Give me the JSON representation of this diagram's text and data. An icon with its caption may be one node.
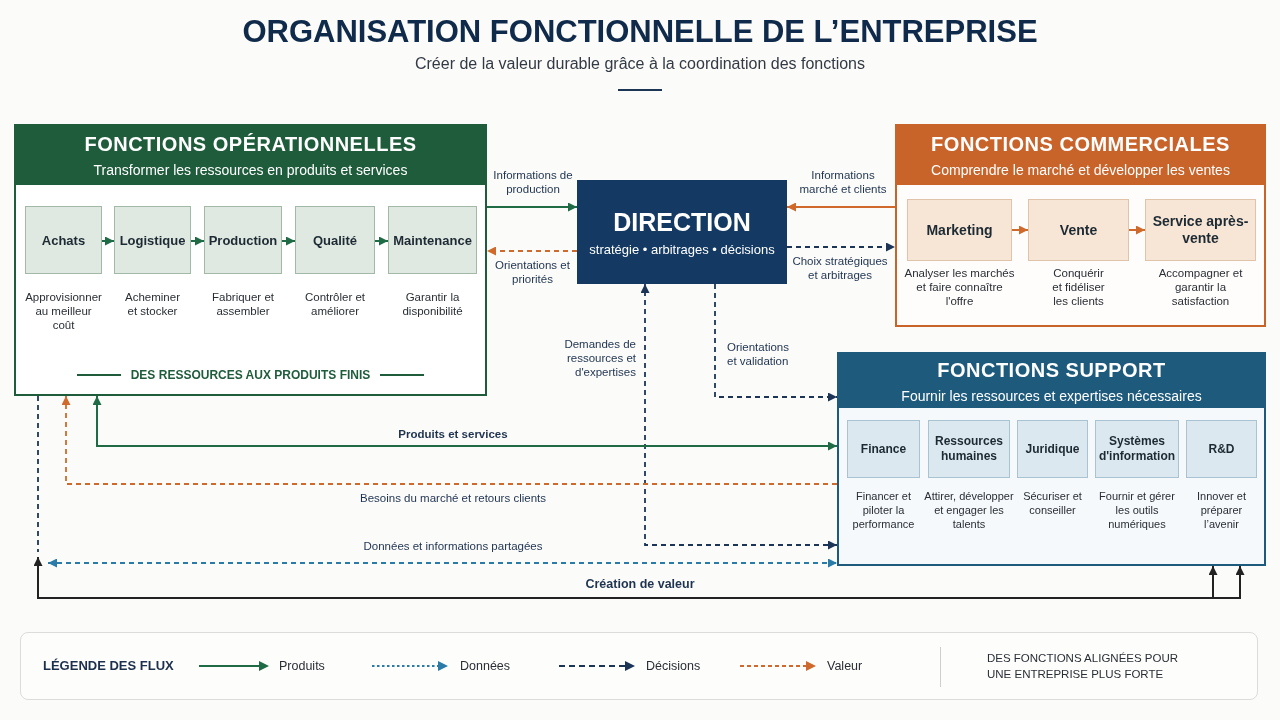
{
  "diagram": {
    "title": "ORGANISATION FONCTIONNELLE DE L’ENTREPRISE",
    "nodes": [
      {
        "text": [
          "FONCTIONS OPÉRATIONNELLES",
          "Transformer les ressources en produits et services",
          "DES RESSOURCES AUX PRODUITS FINIS"
        ]
      },
      {
        "text": [
          "Achats"
        ],
        "in": 0,
        "beside": [
          "Approvisionner au meilleur coût"
        ]
      },
      {
        "text": [
          "Logistique"
        ],
        "in": 0,
        "beside": [
          "Acheminer et stocker"
        ]
      },
      {
        "text": [
          "Production"
        ],
        "in": 0,
        "beside": [
          "Fabriquer et assembler"
        ]
      },
      {
        "text": [
          "Qualité"
        ],
        "in": 0,
        "beside": [
          "Contrôler et améliorer"
        ]
      },
      {
        "text": [
          "Maintenance"
        ],
        "in": 0,
        "beside": [
          "Garantir la disponibilité"
        ]
      },
      {
        "text": [
          "DIRECTION",
          "stratégie • arbitrages • décisions"
        ]
      },
      {
        "text": [
          "FONCTIONS COMMERCIALES",
          "Comprendre le marché et développer les ventes"
        ]
      },
      {
        "text": [
          "Marketing"
        ],
        "in": 7,
        "beside": [
          "Analyser les marchés et faire connaître l'offre"
        ]
      },
      {
        "text": [
          "Vente"
        ],
        "in": 7,
        "beside": [
          "Conquérir et fidéliser les clients"
        ]
      },
      {
        "text": [
          "Service après-vente"
        ],
        "in": 7,
        "beside": [
          "Accompagner et garantir la satisfaction"
        ]
      },
      {
        "text": [
          "FONCTIONS SUPPORT",
          "Fournir les ressources et expertises nécessaires"
        ]
      },
      {
        "text": [
          "Finance"
        ],
        "in": 11,
        "beside": [
          "Financer et piloter la performance"
        ]
      },
      {
        "text": [
          "Ressources humaines"
        ],
        "in": 11,
        "beside": [
          "Attirer, développer et engager les talents"
        ]
      },
      {
        "text": [
          "Juridique"
        ],
        "in": 11,
        "beside": [
          "Sécuriser et conseiller"
        ]
      },
      {
        "text": [
          "Systèmes d'information"
        ],
        "in": 11,
        "beside": [
          "Fournir et gérer les outils numériques"
        ]
      },
      {
        "text": [
          "R&D"
        ],
        "in": 11,
        "beside": [
          "Innover et préparer l’avenir"
        ]
      }
    ],
    "edges": [
      {
        "from": 1,
        "to": 2,
        "arrow": "to"
      },
      {
        "from": 2,
        "to": 3,
        "arrow": "to"
      },
      {
        "from": 3,
        "to": 4,
        "arrow": "to"
      },
      {
        "from": 4,
        "to": 5,
        "arrow": "to"
      },
      {
        "from": 0,
        "to": 6,
        "arrow": "to",
        "label": "Informations de production"
      },
      {
        "from": 6,
        "to": 0,
        "arrow": "to",
        "label": "Orientations et priorités",
        "style": "dashed",
        "color": "#cf6a2c"
      },
      {
        "from": 8,
        "to": 9,
        "arrow": "to",
        "color": "#cf6a2c"
      },
      {
        "from": 9,
        "to": 10,
        "arrow": "to",
        "color": "#cf6a2c"
      },
      {
        "from": 7,
        "to": 6,
        "arrow": "to",
        "label": "Informations marché et clients",
        "color": "#cf6a2c"
      },
      {
        "from": 6,
        "to": 7,
        "arrow": "to",
        "label": "Choix stratégiques et arbitrages",
        "style": "dashed",
        "color": "#1c3557"
      },
      {
        "from": 6,
        "to": 11,
        "arrow": "to",
        "label": "Orientations et validation",
        "style": "dashed",
        "color": "#1c3557"
      },
      {
        "from": 11,
        "to": 6,
        "arrow": "both",
        "label": "Demandes de ressources et d'expertises",
        "style": "dashed",
        "color": "#1c3557"
      },
      {
        "from": 0,
        "to": 11,
        "arrow": "both",
        "label": "Produits et services"
      },
      {
        "from": 11,
        "to": 0,
        "arrow": "to",
        "label": "Besoins du marché et retours clients",
        "style": "dashed",
        "color": "#cf6a2c"
      },
      {
        "from": null,
        "to": 11,
        "arrow": "both",
        "label": "Données et informations partagées",
        "style": "dashed",
        "color": "#2b7ba8"
      },
      {
        "from": 0,
        "to": null,
        "arrow": "none",
        "style": "dashed",
        "color": "#1c3557"
      },
      {
        "from": null,
        "to": 11,
        "arrow": "both",
        "label": "Création de valeur",
        "color": "#222222"
      }
    ],
    "labels": [
      "Créer de la valeur durable grâce à la coordination des fonctions",
      "LÉGENDE DES FLUX",
      "DES FONCTIONS ALIGNÉES POUR UNE ENTREPRISE PLUS FORTE"
    ],
    "legend": [
      {
        "text": "Produits"
      },
      {
        "text": "Données"
      },
      {
        "text": "Décisions"
      },
      {
        "text": "Valeur"
      }
    ]
  }
}
